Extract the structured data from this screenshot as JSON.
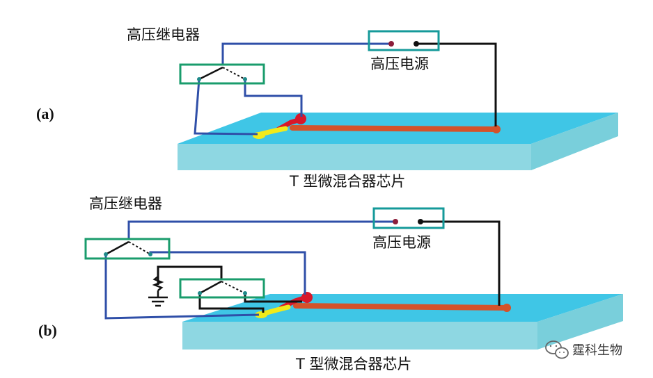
{
  "panels": [
    {
      "id": "a",
      "panel_label": "(a)",
      "relay_label": "高压继电器",
      "power_label": "高压电源",
      "chip_label": "T 型微混合器芯片"
    },
    {
      "id": "b",
      "panel_label": "(b)",
      "relay_label": "高压继电器",
      "power_label": "高压电源",
      "chip_label": "T 型微混合器芯片"
    }
  ],
  "watermark": {
    "brand_text": "霆科生物",
    "icon": "wechat-icon"
  },
  "colors": {
    "chip_top": "#3fc6e6",
    "chip_front": "#8ed7e2",
    "chip_side": "#79cfdb",
    "box_outline": "#1a9c6c",
    "power_box_outline": "#159a9a",
    "wire_blue": "#2f4fa8",
    "wire_black": "#111111",
    "channel_orange": "#d4522a",
    "inlet_red": "#d8182a",
    "inlet_yellow": "#f2ea1a",
    "terminal_red": "#8c1d3a",
    "terminal_teal": "#1f8a8a"
  }
}
